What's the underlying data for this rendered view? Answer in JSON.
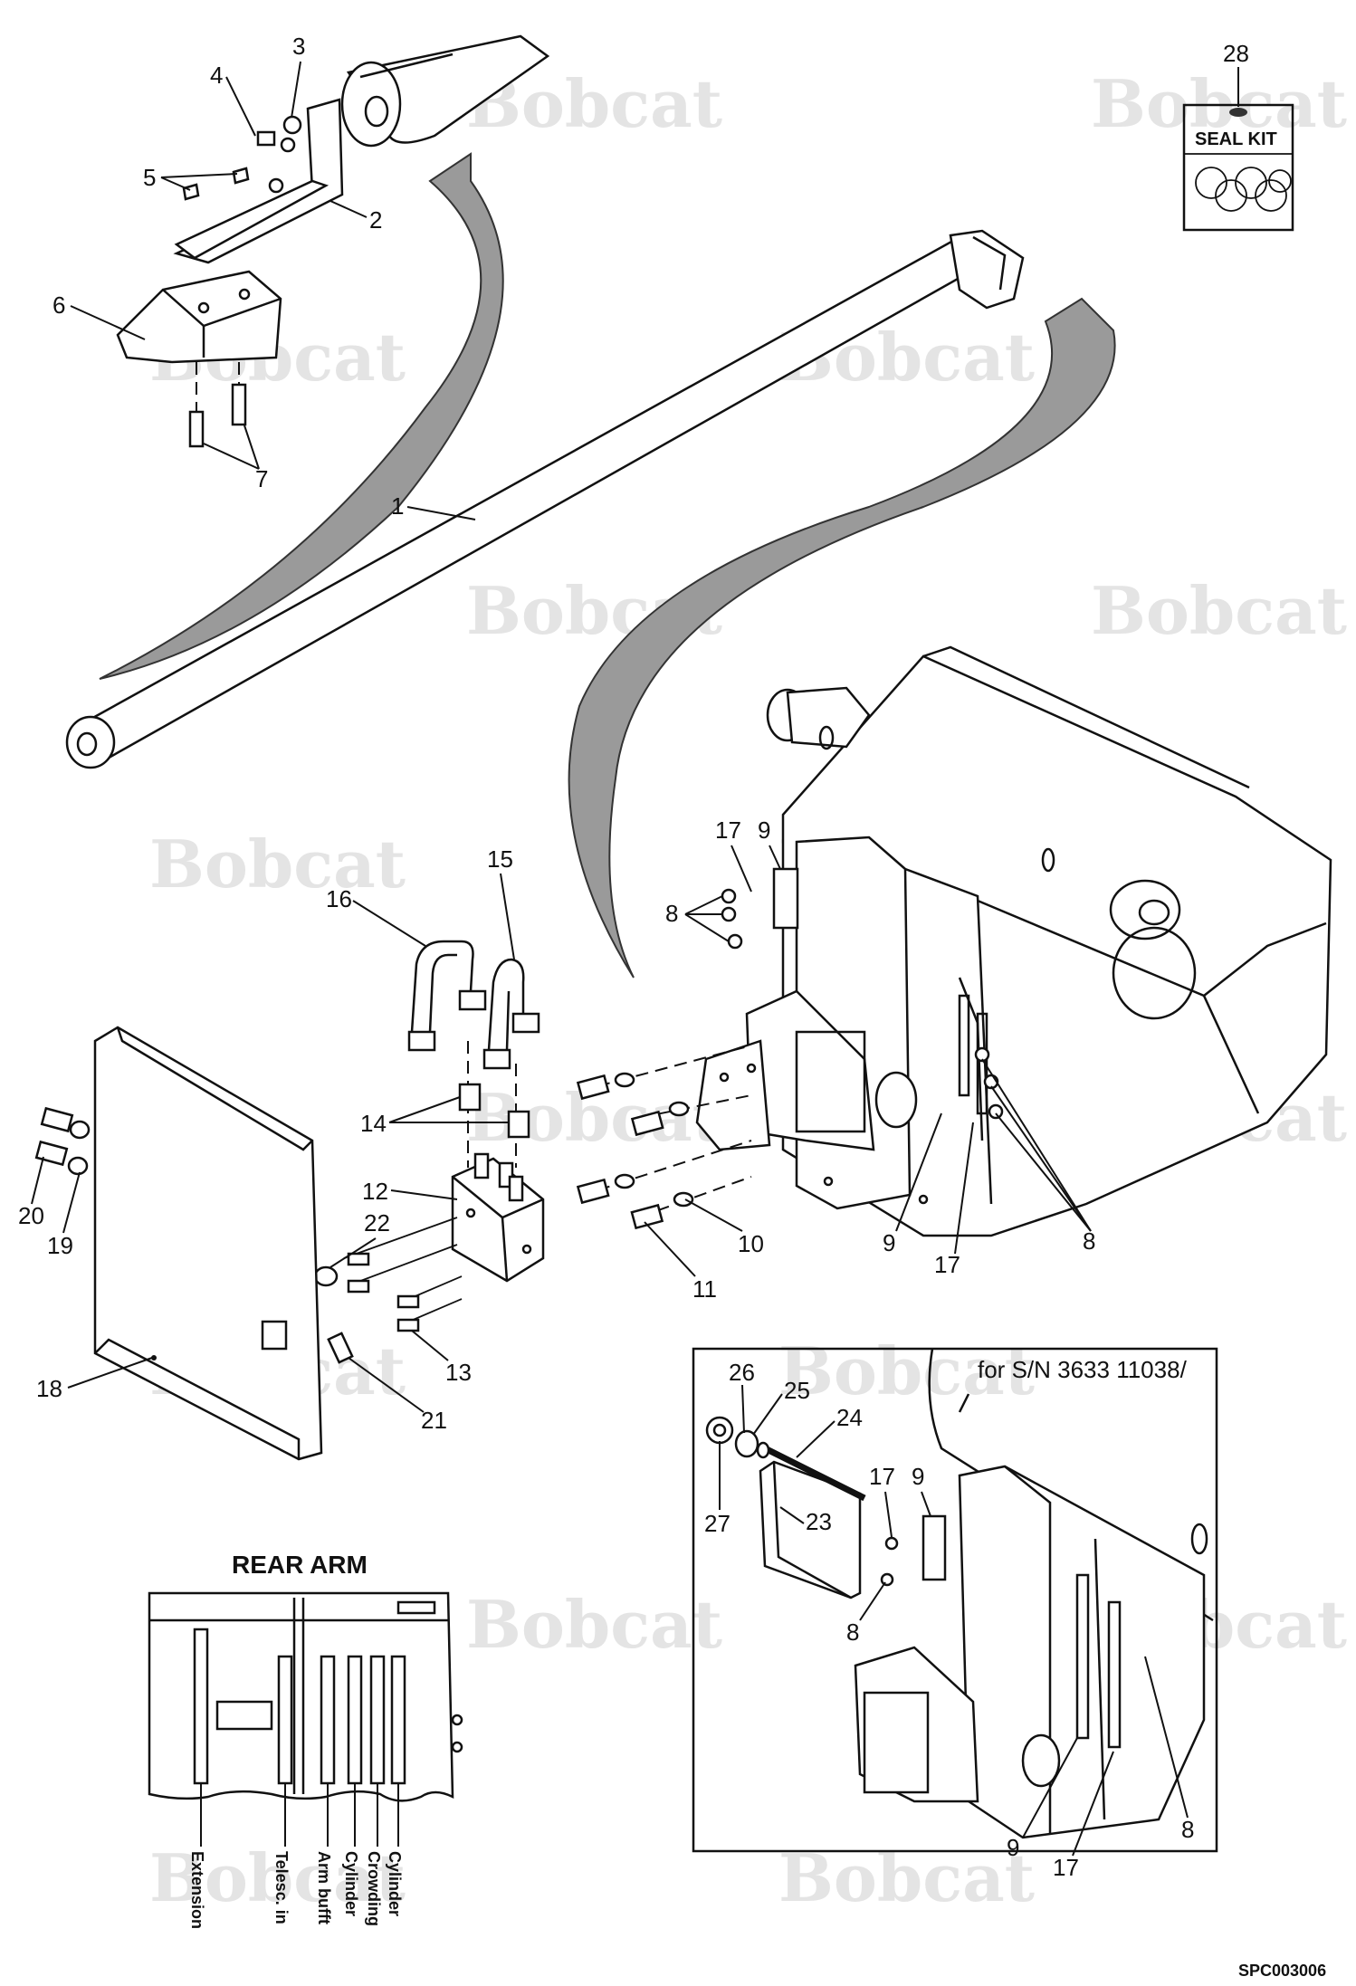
{
  "watermark": "Bobcat",
  "seal_kit": {
    "number": "28",
    "label": "SEAL KIT"
  },
  "callouts": {
    "c1": "1",
    "c2": "2",
    "c3": "3",
    "c4": "4",
    "c5": "5",
    "c6": "6",
    "c7": "7",
    "c8a": "8",
    "c8b": "8",
    "c8c": "8",
    "c8d": "8",
    "c9a": "9",
    "c9b": "9",
    "c9c": "9",
    "c9d": "9",
    "c10": "10",
    "c11": "11",
    "c12": "12",
    "c13": "13",
    "c14": "14",
    "c15": "15",
    "c16": "16",
    "c17a": "17",
    "c17b": "17",
    "c17c": "17",
    "c17d": "17",
    "c18": "18",
    "c19": "19",
    "c20": "20",
    "c21": "21",
    "c22": "22",
    "c23": "23",
    "c24": "24",
    "c25": "25",
    "c26": "26",
    "c27": "27"
  },
  "inset": {
    "note": "for S/N 3633 11038/"
  },
  "rear_arm": {
    "title": "REAR ARM",
    "ports": [
      "Extension",
      "Telesc. in",
      "Arm bufft",
      "Cylinder",
      "Crowding",
      "Cylinder"
    ]
  },
  "drawing_code": "SPC003006"
}
